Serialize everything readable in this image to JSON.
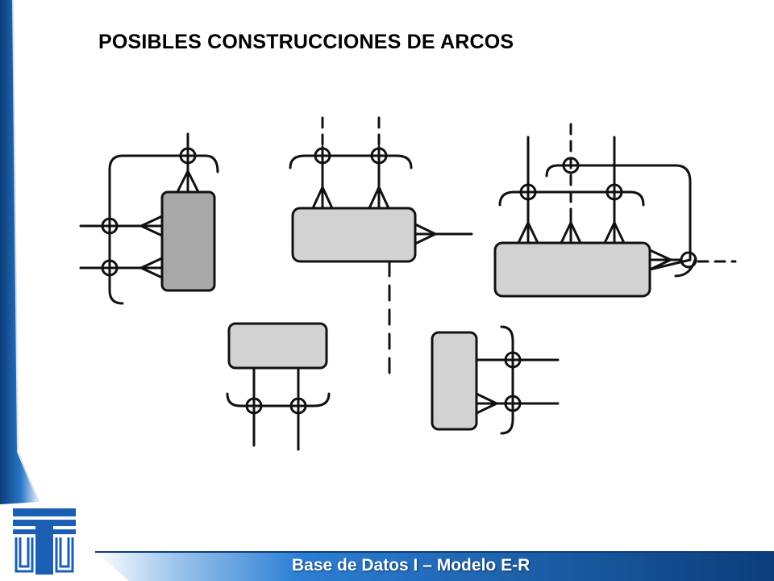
{
  "slide": {
    "title": "POSIBLES CONSTRUCCIONES DE ARCOS",
    "footer": "Base de Datos I – Modelo E-R"
  },
  "theme": {
    "accent_blue": "#1a5fb4",
    "dark_blue": "#0b3d7a",
    "entity_dark_gray": "#a8a8a8",
    "entity_light_gray": "#d2d2d2",
    "stroke": "#111111"
  },
  "diagram": {
    "description_figures": [
      {
        "id": "fig1",
        "entity_shade": "dark",
        "arc_side": "left-top"
      },
      {
        "id": "fig2",
        "entity_shade": "light",
        "arc_side": "top"
      },
      {
        "id": "fig3",
        "entity_shade": "light",
        "arc_side": "top-right"
      },
      {
        "id": "fig4",
        "entity_shade": "light",
        "arc_side": "bottom"
      },
      {
        "id": "fig5",
        "entity_shade": "light",
        "arc_side": "right"
      }
    ]
  }
}
